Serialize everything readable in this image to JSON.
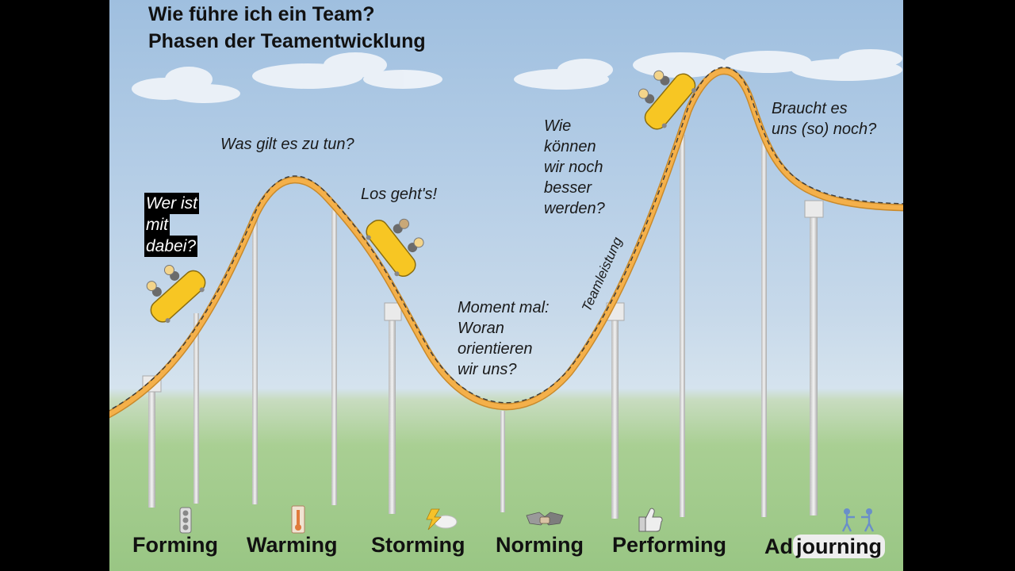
{
  "slide": {
    "title_line1": "Wie führe ich ein Team?",
    "title_line2": "Phasen der Teamentwicklung"
  },
  "questions": {
    "forming": [
      "Wer ist",
      "mit",
      "dabei?"
    ],
    "warming": "Was gilt es zu tun?",
    "storming": "Los geht's!",
    "norming": "Moment mal:\nWoran\norientieren\nwir uns?",
    "performing": "Wie\nkönnen\nwir noch\nbesser\nwerden?",
    "adjourning": "Braucht es\nuns (so) noch?"
  },
  "track_label": "Teamleistung",
  "phases": [
    {
      "label": "Forming",
      "icon": "traffic-light-icon"
    },
    {
      "label": "Warming",
      "icon": "thermometer-icon"
    },
    {
      "label": "Storming",
      "icon": "lightning-cloud-icon"
    },
    {
      "label": "Norming",
      "icon": "handshake-icon"
    },
    {
      "label": "Performing",
      "icon": "thumbs-up-icon"
    },
    {
      "label": "Adjourning",
      "icon": "people-waving-icon"
    }
  ],
  "colors": {
    "track": "#f4b04a",
    "track_edge": "#c98a2b",
    "cart": "#f7c623",
    "pillar": "#d9d9d9"
  }
}
